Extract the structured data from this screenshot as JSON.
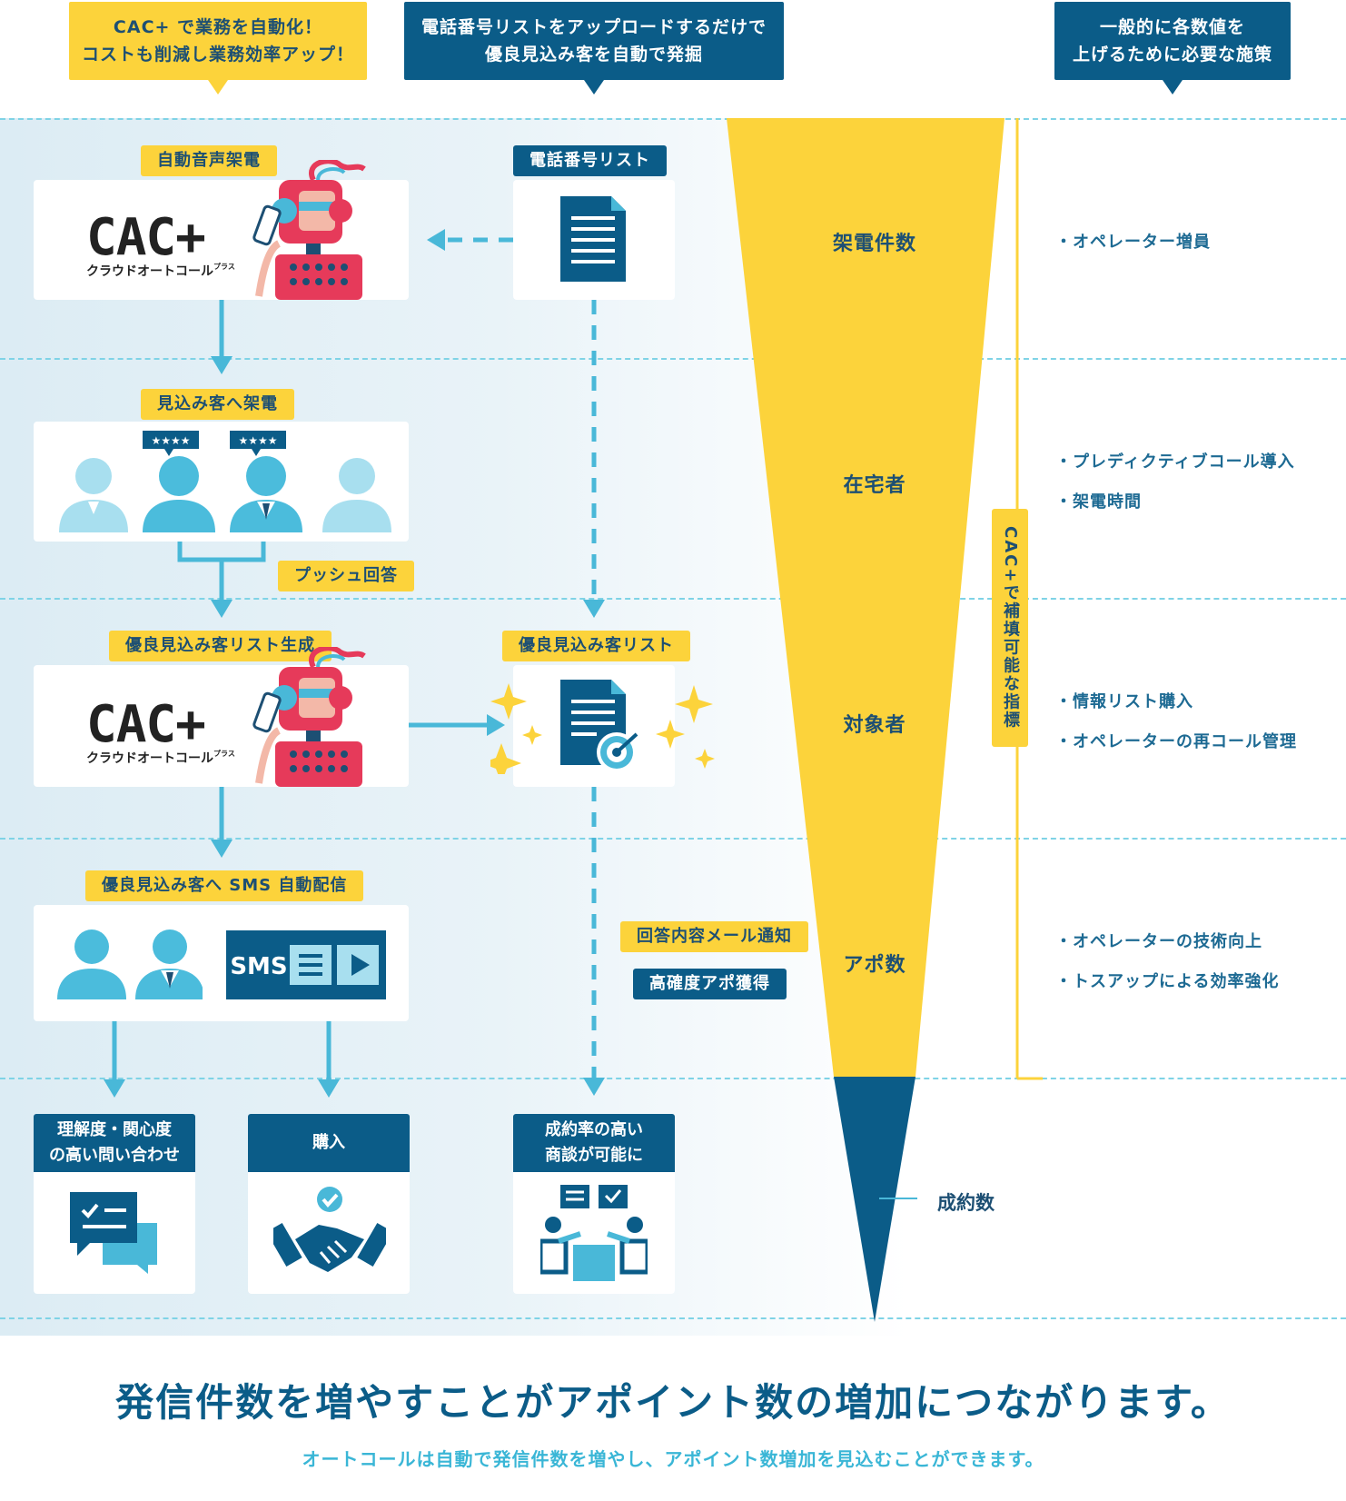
{
  "callouts": {
    "left": [
      "CAC+ で業務を自動化！",
      "コストも削減し業務効率アップ！"
    ],
    "center": [
      "電話番号リストをアップロードするだけで",
      "優良見込み客を自動で発掘"
    ],
    "right": [
      "一般的に各数値を",
      "上げるために必要な施策"
    ]
  },
  "flow": {
    "auto_call_tag": "自動音声架電",
    "phone_list_tag": "電話番号リスト",
    "call_prospects_tag": "見込み客へ架電",
    "push_reply_tag": "プッシュ回答",
    "generate_list_tag": "優良見込み客リスト生成",
    "good_list_tag": "優良見込み客リスト",
    "sms_tag": "優良見込み客へ SMS 自動配信",
    "mail_notice_tag": "回答内容メール通知",
    "high_appt_tag": "高確度アポ獲得",
    "rating_stars": "★★★★"
  },
  "logo": {
    "main": "CAC+",
    "sub": "クラウドオートコール",
    "sup": "プラス"
  },
  "sms_label": "SMS",
  "results": [
    {
      "title": [
        "理解度・関心度",
        "の高い問い合わせ"
      ],
      "icon": "chat-icon"
    },
    {
      "title": [
        "購入"
      ],
      "icon": "handshake-icon"
    },
    {
      "title": [
        "成約率の高い",
        "商談が可能に"
      ],
      "icon": "meeting-icon"
    }
  ],
  "funnel": {
    "stages": [
      "架電件数",
      "在宅者",
      "対象者",
      "アポ数"
    ],
    "result": "成約数",
    "cac_bracket": "CAC+で補填可能な指標",
    "colors": {
      "funnel_yellow": "#fcd33b",
      "funnel_blue": "#0b5c88",
      "accent_cyan": "#49b8d8"
    }
  },
  "measures": [
    [
      "・オペレーター増員"
    ],
    [
      "・プレディクティブコール導入",
      "・架電時間"
    ],
    [
      "・情報リスト購入",
      "・オペレーターの再コール管理"
    ],
    [
      "・オペレーターの技術向上",
      "・トスアップによる効率強化"
    ]
  ],
  "headline": "発信件数を増やすことがアポイント数の増加につながります。",
  "subline": "オートコールは自動で発信件数を増やし、アポイント数増加を見込むことができます。"
}
